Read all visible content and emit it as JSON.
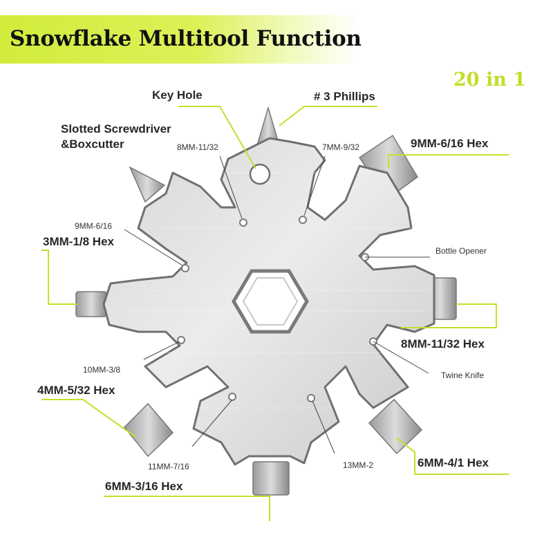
{
  "header": {
    "title": "Snowflake Multitool  Function",
    "banner_color": "#d2ec3c"
  },
  "badge": {
    "text": "20 in 1",
    "color": "#c5dc26"
  },
  "labels": {
    "key_hole": "Key Hole",
    "phillips": "# 3 Phillips",
    "slotted": "Slotted Screwdriver\n&Boxcutter",
    "hex_9_6_16": "9MM-6/16 Hex",
    "hex_3_1_8": "3MM-1/8 Hex",
    "bottle_opener": "Bottle Opener",
    "hex_8_11_32": "8MM-11/32 Hex",
    "twine_knife": "Twine Knife",
    "hex_4_5_32": "4MM-5/32 Hex",
    "hex_6_4_1": "6MM-4/1 Hex",
    "hex_6_3_16": "6MM-3/16 Hex",
    "w_8mm": "8MM-11/32",
    "w_7mm": "7MM-9/32",
    "w_9mm": "9MM-6/16",
    "w_10mm": "10MM-3/8",
    "w_11mm": "11MM-7/16",
    "w_13mm": "13MM-2"
  },
  "colors": {
    "leader_line": "#c6df2a",
    "steel_light": "#e3e3e3",
    "steel_mid": "#bdbdbd",
    "steel_dark": "#7d7d7d"
  }
}
